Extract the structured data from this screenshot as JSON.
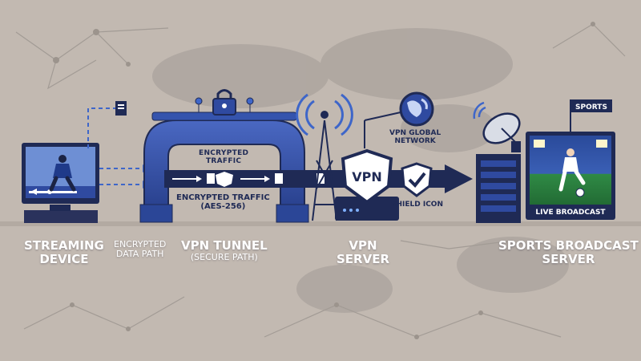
{
  "labels": {
    "streaming_device": [
      "STREAMING",
      "DEVICE"
    ],
    "encrypted_data_path": [
      "ENCRYPTED",
      "DATA PATH"
    ],
    "vpn_tunnel": [
      "VPN TUNNEL",
      "(SECURE PATH)"
    ],
    "vpn_server": [
      "VPN",
      "SERVER"
    ],
    "sports_broadcast_server": [
      "SPORTS BROADCAST",
      "SERVER"
    ],
    "encrypted_traffic_top": [
      "ENCRYPTED",
      "TRAFFIC"
    ],
    "encrypted_traffic_aes": [
      "ENCRYPTED TRAFFIC",
      "(AES-256)"
    ],
    "vpn_global_network": [
      "VPN GLOBAL",
      "NETWORK"
    ],
    "shield_icon": "SHIELD ICON",
    "vpn_badge": "VPN",
    "sports_flag": "SPORTS",
    "live_broadcast": "LIVE BROADCAST"
  },
  "colors": {
    "background": "#c2b9b1",
    "tunnel_blue": "#2f4aa0",
    "dark_navy": "#1f2a55",
    "accent_blue": "#3e66c9",
    "white": "#ffffff"
  }
}
